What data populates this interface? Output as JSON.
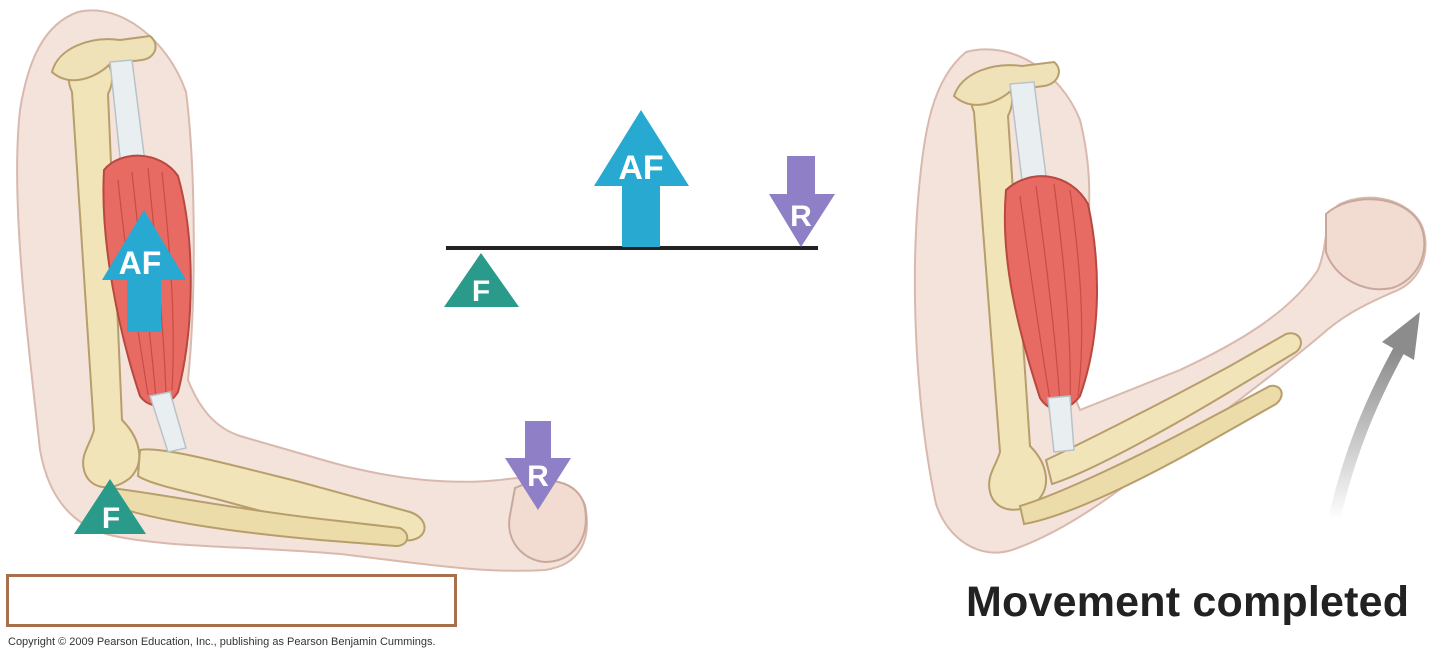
{
  "labels": {
    "fulcrum": "F",
    "applied_force": "AF",
    "resistance": "R"
  },
  "caption": "Movement completed",
  "copyright": "Copyright © 2009 Pearson Education, Inc., publishing as Pearson Benjamin Cummings.",
  "colors": {
    "fulcrum": "#2a9a8a",
    "applied_force": "#27a9d2",
    "resistance": "#8f7fc6",
    "skin": "#f4e3db",
    "bone": "#f1e4b8",
    "muscle": "#e76b62",
    "answer_box_border": "#a8704d",
    "movement_arrow": "#9a9a9a"
  }
}
